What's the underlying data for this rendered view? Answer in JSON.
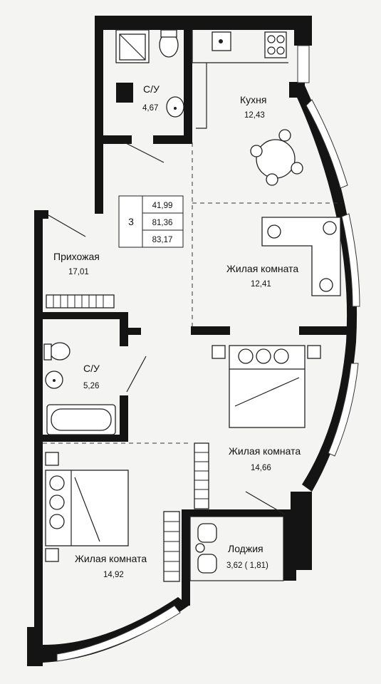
{
  "apartment": {
    "rooms_count": "3",
    "areas": [
      "41,99",
      "81,36",
      "83,17"
    ]
  },
  "rooms": {
    "bathroom_1": {
      "name": "С/У",
      "area": "4,67"
    },
    "kitchen": {
      "name": "Кухня",
      "area": "12,43"
    },
    "hallway": {
      "name": "Прихожая",
      "area": "17,01"
    },
    "living_1": {
      "name": "Жилая комната",
      "area": "12,41"
    },
    "bathroom_2": {
      "name": "С/У",
      "area": "5,26"
    },
    "living_2": {
      "name": "Жилая комната",
      "area": "14,66"
    },
    "living_3": {
      "name": "Жилая комната",
      "area": "14,92"
    },
    "loggia": {
      "name": "Лоджия",
      "area": "3,62 ( 1,81)"
    }
  }
}
